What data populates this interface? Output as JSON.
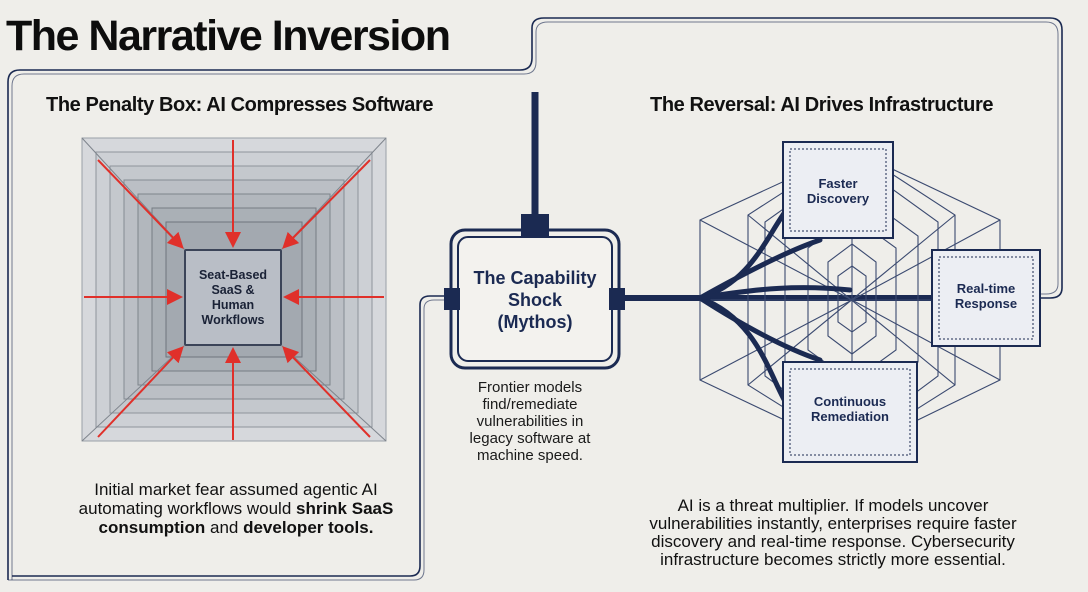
{
  "title": "The Narrative Inversion",
  "left_panel": {
    "heading": "The Penalty Box: AI Compresses Software",
    "center_label": "Seat-Based\nSaaS &\nHuman\nWorkflows",
    "paragraph_prefix": "Initial market fear assumed agentic AI automating workflows would ",
    "paragraph_bold1": "shrink SaaS consumption",
    "paragraph_mid": " and ",
    "paragraph_bold2": "developer tools."
  },
  "center": {
    "box_label": "The Capability\nShock\n(Mythos)",
    "caption": "Frontier models\nfind/remediate\nvulnerabilities in\nlegacy software at\nmachine speed."
  },
  "right_panel": {
    "heading": "The Reversal: AI Drives Infrastructure",
    "nodes": {
      "top": "Faster\nDiscovery",
      "right": "Real-time\nResponse",
      "bottom": "Continuous\nRemediation"
    },
    "paragraph": "AI is a threat multiplier. If models uncover\nvulnerabilities instantly, enterprises require faster\ndiscovery and real-time response. Cybersecurity\ninfrastructure becomes strictly more essential."
  },
  "colors": {
    "background": "#efeeea",
    "navy": "#1b2a52",
    "arrow_red": "#e0302a",
    "panel_gray": "#aeb3bb"
  }
}
